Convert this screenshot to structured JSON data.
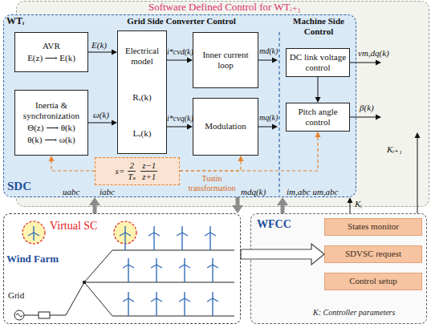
{
  "diagram": {
    "nodes": [
      {
        "text": [
          "Software Defined Control for WTᵢ₊₁"
        ]
      },
      {
        "text": [
          "WTᵢ",
          "Grid Side Converter Control",
          "Machine Side Control",
          "SDC"
        ],
        "in": 0
      },
      {
        "text": [
          "AVR",
          "E(z) ⟶ E(k)"
        ],
        "in": 1
      },
      {
        "text": [
          "Inertia & synchronization",
          "Θ(z) ⟶ θ(k)",
          "θ(k) ⟶ ω(k)"
        ],
        "in": 1
      },
      {
        "text": [
          "Electrical model",
          "Rᵥ(k)",
          "Lᵥ(k)"
        ],
        "in": 1
      },
      {
        "text": [
          "Inner current loop"
        ],
        "in": 1
      },
      {
        "text": [
          "Modulation"
        ],
        "in": 1
      },
      {
        "text": [
          "DC link voltage control"
        ],
        "in": 1
      },
      {
        "text": [
          "Pitch angle control"
        ],
        "in": 1
      },
      {
        "text": [
          "s=",
          "2",
          "Tₛ",
          "z−1",
          "z+1"
        ],
        "in": 1
      },
      {
        "text": [
          "Virtual SC",
          "Wind Farm",
          "Grid"
        ]
      },
      {
        "text": [
          "WFCC",
          "K: Controller parameters"
        ]
      },
      {
        "text": [
          "States monitor"
        ],
        "in": 11
      },
      {
        "text": [
          "SDVSC request"
        ],
        "in": 11
      },
      {
        "text": [
          "Control setup"
        ],
        "in": 11
      }
    ],
    "edges": [
      {
        "from": 2,
        "to": 4,
        "arrow": "to",
        "label": "E(k)"
      },
      {
        "from": 3,
        "to": 4,
        "arrow": "to",
        "label": "ω(k)"
      },
      {
        "from": 4,
        "to": 5,
        "arrow": "to",
        "label": "i*cvd(k)"
      },
      {
        "from": 4,
        "to": 6,
        "arrow": "to",
        "label": "i*cvq(k)"
      },
      {
        "from": 7,
        "to": 8,
        "arrow": "to"
      },
      {
        "from": 9,
        "to": 3,
        "arrow": "to"
      },
      {
        "from": 9,
        "to": 6,
        "arrow": "to"
      },
      {
        "from": 9,
        "to": 8,
        "arrow": "to"
      },
      {
        "from": 10,
        "to": 1,
        "arrow": "to",
        "label": "iabc"
      },
      {
        "from": 1,
        "to": 10,
        "arrow": "to",
        "label": "mdq(k)"
      },
      {
        "from": 11,
        "to": 1,
        "arrow": "to",
        "label": "im,abc um,abc"
      },
      {
        "from": 11,
        "to": 1,
        "arrow": "to",
        "label": "Kᵢ"
      },
      {
        "from": 11,
        "to": 0,
        "arrow": "to",
        "label": "Kᵢ₊₁"
      },
      {
        "from": 10,
        "to": 13,
        "arrow": "to"
      }
    ],
    "labels": [
      "uabc",
      "md(k)",
      "mq(k)",
      "vm,dq(k)",
      "β(k)",
      "Tustin transformation"
    ]
  }
}
